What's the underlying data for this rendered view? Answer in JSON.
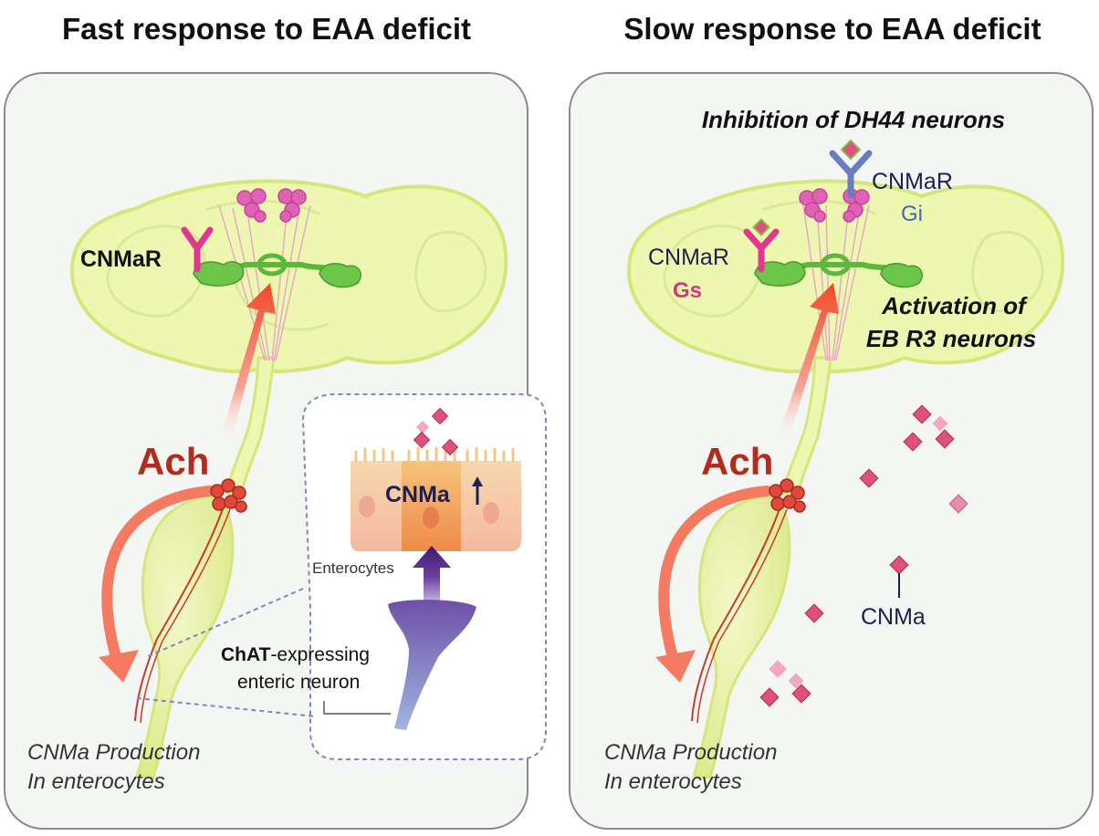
{
  "left_panel": {
    "title": "Fast response to EAA deficit",
    "receptor_label": "CNMaR",
    "ach_label": "Ach",
    "peptide_label": "CNMa",
    "enterocytes_label": "Enterocytes",
    "neuron_label_bold": "ChAT",
    "neuron_label_rest": "-expressing",
    "neuron_label_line2": "enteric neuron",
    "production_line1": "CNMa Production",
    "production_line2": "In enterocytes"
  },
  "right_panel": {
    "title": "Slow response to EAA deficit",
    "inhibition_label": "Inhibition of DH44 neurons",
    "receptor_gi_label": "CNMaR",
    "gi_label": "Gi",
    "receptor_gs_label": "CNMaR",
    "gs_label": "Gs",
    "activation_line1": "Activation of",
    "activation_line2": "EB R3 neurons",
    "ach_label": "Ach",
    "peptide_label": "CNMa",
    "production_line1": "CNMa Production",
    "production_line2": "In enterocytes"
  },
  "colors": {
    "brain_fill": "#eef7b0",
    "brain_stroke": "#d7e67a",
    "panel_fill": "#f3f6f2",
    "panel_stroke": "#8a8a8a",
    "ach_red": "#b52a1e",
    "receptor_pink": "#e0378f",
    "receptor_blue": "#6c7cc0",
    "text_navy": "#1f1f4f",
    "gs_pink": "#d6357f",
    "gi_blue": "#4266b5",
    "eb_green": "#5bb83a"
  }
}
